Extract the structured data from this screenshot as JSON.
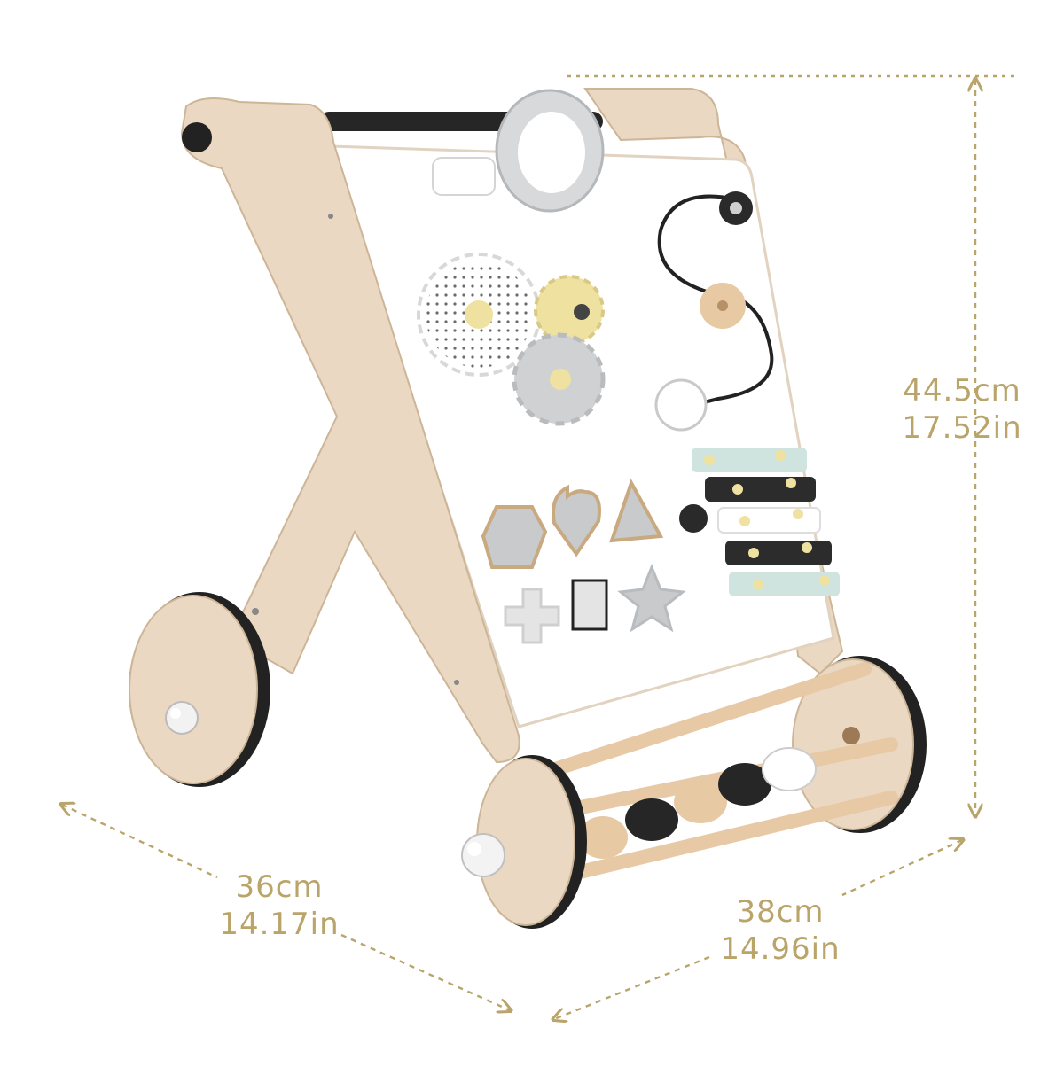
{
  "dimensions": {
    "height": {
      "metric": "44.5cm",
      "imperial": "17.52in"
    },
    "width_left": {
      "metric": "36cm",
      "imperial": "14.17in"
    },
    "width_right": {
      "metric": "38cm",
      "imperial": "14.96in"
    }
  },
  "colors": {
    "dimension_line": "#b9a46a",
    "wood": "#ead8c2",
    "wood_dark": "#d9c1a3",
    "panel": "#ffffff",
    "black": "#222222",
    "grey": "#cfd1d3",
    "mint": "#cfe3df",
    "yellow": "#efe2a0"
  }
}
